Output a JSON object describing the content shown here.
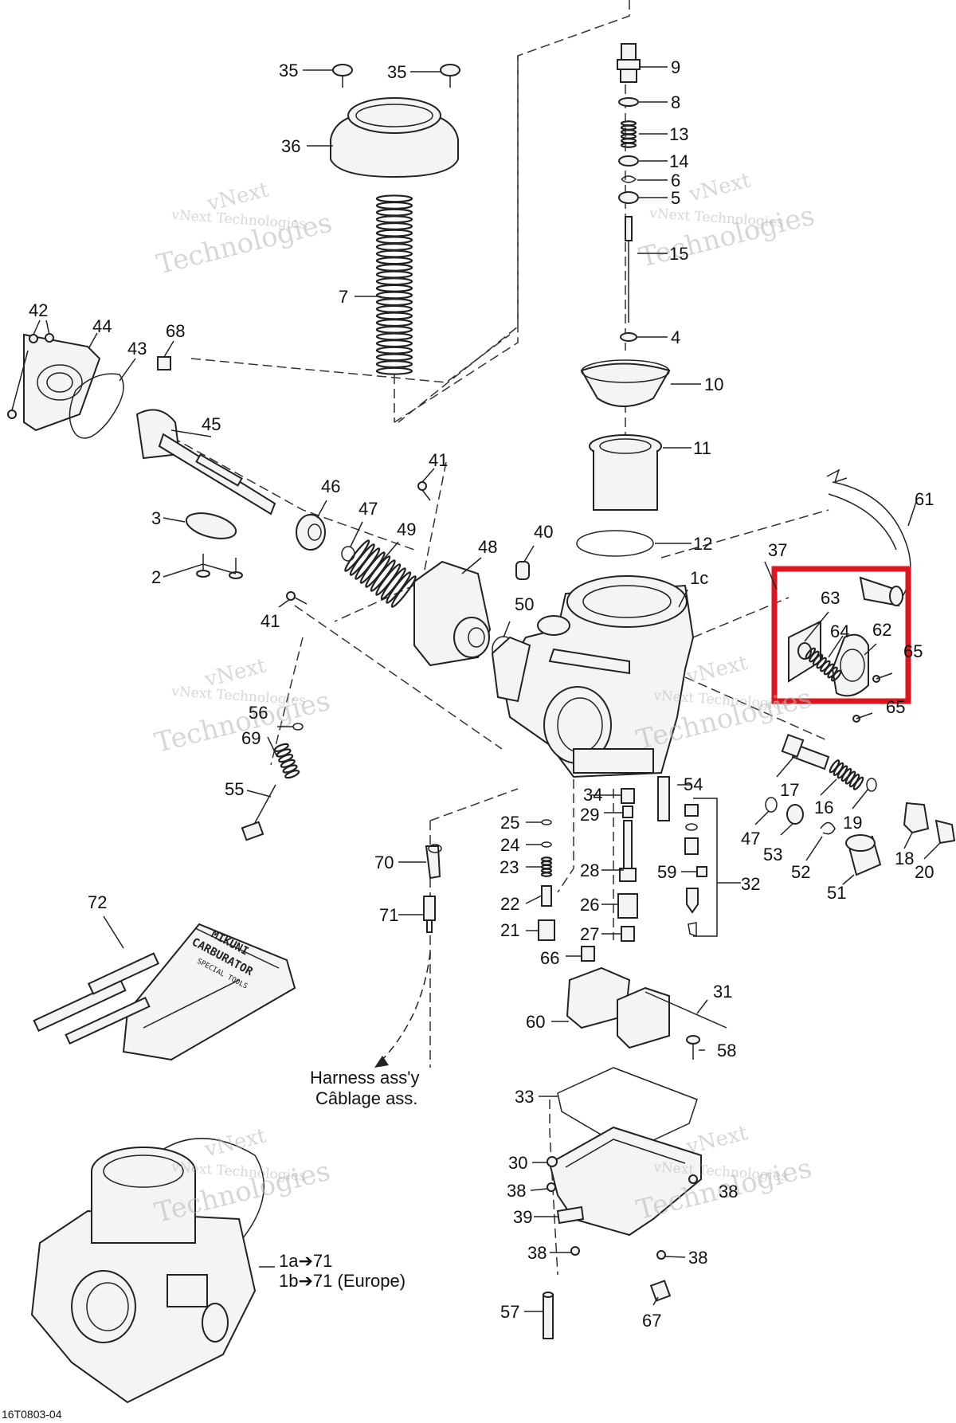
{
  "diagram": {
    "reference_code": "16T0803-04",
    "watermark": {
      "line1": "vNext",
      "line2": "Technologies",
      "line3": "vNext Technologies"
    },
    "highlight_color": "#e0141e",
    "captions": {
      "harness_en": "Harness ass'y",
      "harness_fr": "Câblage ass.",
      "assembly_1a": "1a➔71",
      "assembly_1b": "1b➔71 (Europe)"
    },
    "labels": {
      "p35a": "35",
      "p35b": "35",
      "p36": "36",
      "p7": "7",
      "p9": "9",
      "p8": "8",
      "p13": "13",
      "p14": "14",
      "p6": "6",
      "p5": "5",
      "p15": "15",
      "p4": "4",
      "p10": "10",
      "p11": "11",
      "p12": "12",
      "p42": "42",
      "p44": "44",
      "p43": "43",
      "p68": "68",
      "p45": "45",
      "p3": "3",
      "p2": "2",
      "p46": "46",
      "p47a": "47",
      "p49": "49",
      "p41a": "41",
      "p41b": "41",
      "p48": "48",
      "p40": "40",
      "p50": "50",
      "p1c": "1c",
      "p37": "37",
      "p61": "61",
      "p63": "63",
      "p64": "64",
      "p62": "62",
      "p65a": "65",
      "p65b": "65",
      "p56": "56",
      "p69": "69",
      "p55": "55",
      "p34": "34",
      "p54": "54",
      "p29": "29",
      "p25": "25",
      "p24": "24",
      "p23": "23",
      "p22": "22",
      "p21": "21",
      "p28": "28",
      "p26": "26",
      "p27": "27",
      "p66": "66",
      "p59": "59",
      "p32": "32",
      "p17": "17",
      "p16": "16",
      "p19": "19",
      "p47b": "47",
      "p53": "53",
      "p52": "52",
      "p51": "51",
      "p18": "18",
      "p20": "20",
      "p70": "70",
      "p71": "71",
      "p72": "72",
      "p31": "31",
      "p60": "60",
      "p58": "58",
      "p33": "33",
      "p30": "30",
      "p38a": "38",
      "p38b": "38",
      "p38c": "38",
      "p38d": "38",
      "p39": "39",
      "p57": "57",
      "p67": "67"
    },
    "tool_kit_text": {
      "line1": "MIKUNI",
      "line2": "CARBURATOR",
      "line3": "SPECIAL TOOLS"
    }
  }
}
